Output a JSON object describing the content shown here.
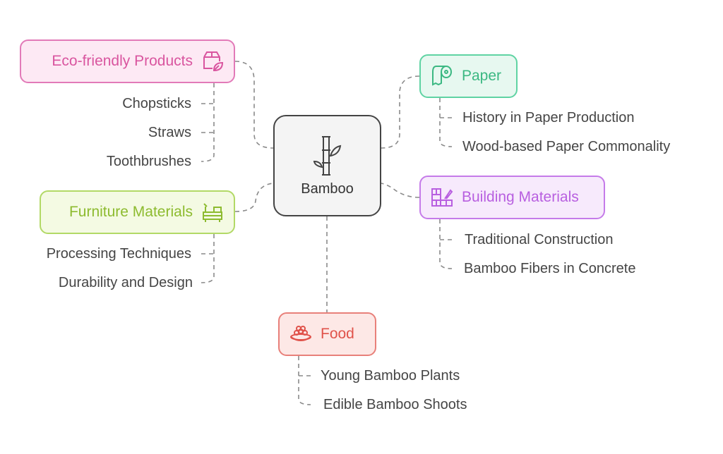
{
  "center": {
    "label": "Bamboo",
    "icon": "bamboo-icon"
  },
  "branches": {
    "eco": {
      "label": "Eco-friendly Products",
      "icon": "eco-package-icon",
      "color": "#d9559f",
      "items": [
        "Chopsticks",
        "Straws",
        "Toothbrushes"
      ]
    },
    "furniture": {
      "label": "Furniture Materials",
      "icon": "furniture-icon",
      "color": "#8dbb2f",
      "items": [
        "Processing Techniques",
        "Durability and Design"
      ]
    },
    "paper": {
      "label": "Paper",
      "icon": "paper-roll-icon",
      "color": "#3bb882",
      "items": [
        "History in Paper Production",
        "Wood-based Paper Commonality"
      ]
    },
    "building": {
      "label": "Building Materials",
      "icon": "brick-wall-icon",
      "color": "#b85fe0",
      "items": [
        "Traditional Construction",
        "Bamboo Fibers in Concrete"
      ]
    },
    "food": {
      "label": "Food",
      "icon": "food-bowl-icon",
      "color": "#e0524a",
      "items": [
        "Young Bamboo Plants",
        "Edible Bamboo Shoots"
      ]
    }
  }
}
